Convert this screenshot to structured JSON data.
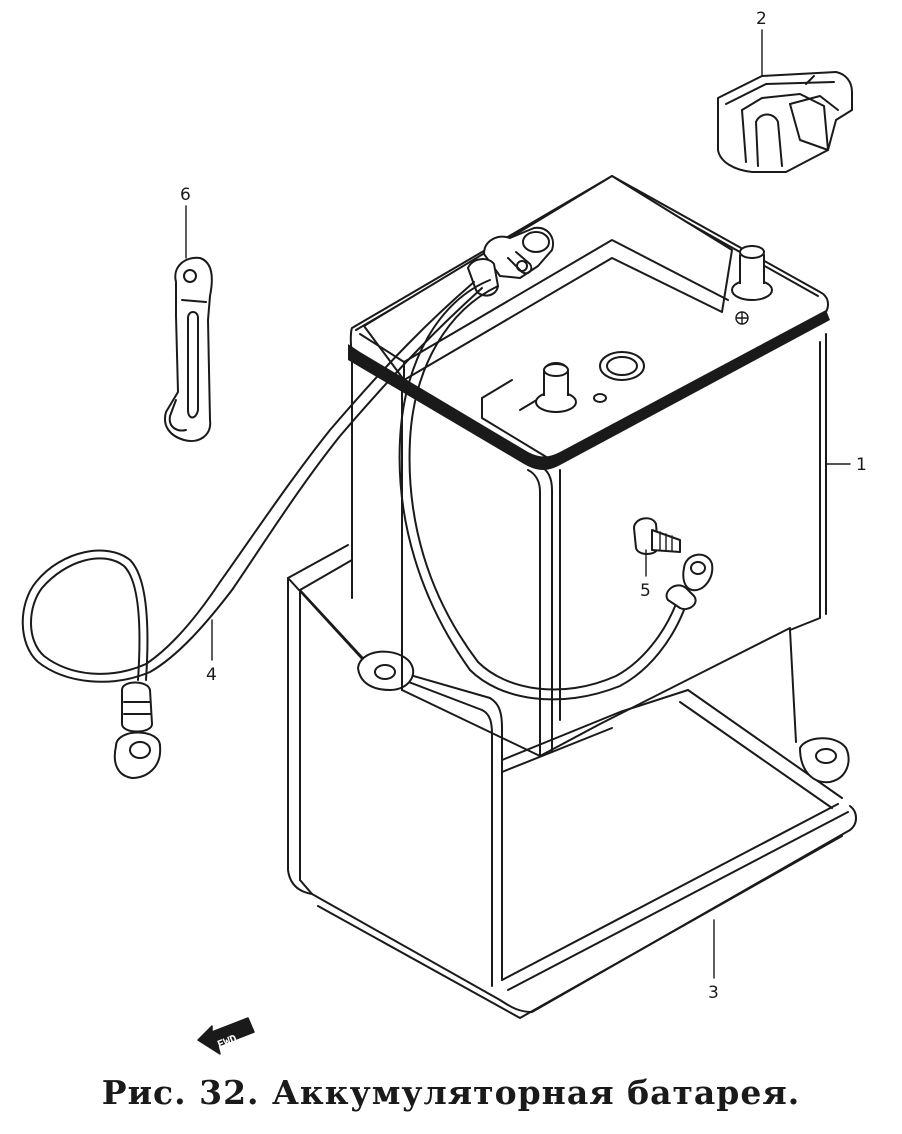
{
  "caption": "Рис. 32. Аккумуляторная батарея.",
  "callouts": {
    "battery": "1",
    "terminal_cover": "2",
    "battery_tray": "3",
    "cable": "4",
    "bolt": "5",
    "holder": "6"
  },
  "fwd_label": "FWD"
}
